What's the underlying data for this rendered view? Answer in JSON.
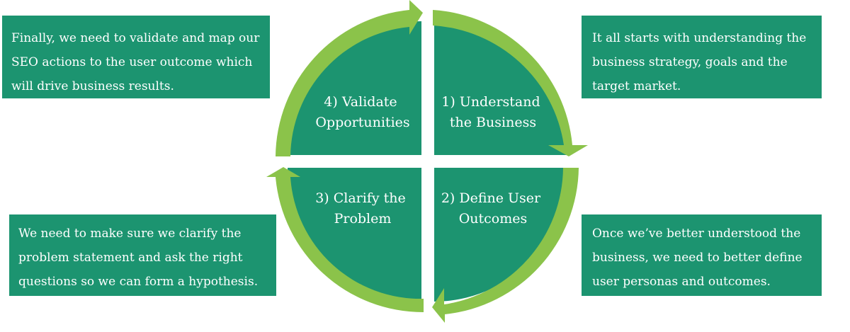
{
  "colors": {
    "quadrant": "#1c9470",
    "arrow": "#8bc34a",
    "box": "#1c9470",
    "text": "#ffffff"
  },
  "quadrants": {
    "q1": {
      "line1": "1) Understand",
      "line2": "the Business"
    },
    "q2": {
      "line1": "2) Define User",
      "line2": "Outcomes"
    },
    "q3": {
      "line1": "3) Clarify the",
      "line2": "Problem"
    },
    "q4": {
      "line1": "4) Validate",
      "line2": "Opportunities"
    }
  },
  "boxes": {
    "top_left": "Finally, we need to validate and map our\nSEO actions to the user outcome which\nwill drive business results.",
    "top_right": "It all starts with understanding the\nbusiness strategy, goals and the\ntarget market.",
    "bottom_left": "We need to make sure we clarify the\nproblem statement and ask the right\nquestions so we can form a hypothesis.",
    "bottom_right": "Once we’ve better understood the\nbusiness, we need to better define\nuser personas and outcomes."
  }
}
